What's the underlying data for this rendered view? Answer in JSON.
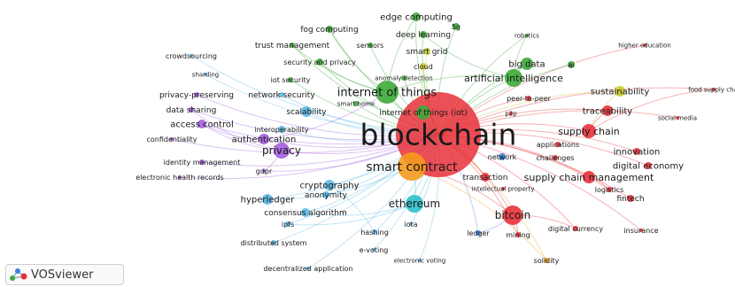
{
  "colors": {
    "red": "#e8313a",
    "green": "#3daa3a",
    "purple": "#a45ee0",
    "lightblue": "#5cb8e6",
    "blue": "#3a84d8",
    "yellow": "#c8cc2e",
    "orange": "#f59a1e",
    "teal": "#2cc0c8"
  },
  "nodes": [
    {
      "id": "blockchain",
      "label": "blockchain",
      "color": "red"
    },
    {
      "id": "smart-contract",
      "label": "smart contract",
      "color": "orange"
    },
    {
      "id": "internet-of-things",
      "label": "internet of things",
      "color": "green"
    },
    {
      "id": "internet-of-things-iot",
      "label": "internet of things (iot)",
      "color": "green"
    },
    {
      "id": "artificial-intelligence",
      "label": "artificial intelligence",
      "color": "green"
    },
    {
      "id": "big-data",
      "label": "big data",
      "color": "green"
    },
    {
      "id": "ai",
      "label": "ai",
      "color": "green"
    },
    {
      "id": "edge-computing",
      "label": "edge computing",
      "color": "green"
    },
    {
      "id": "fog-computing",
      "label": "fog computing",
      "color": "green"
    },
    {
      "id": "5g",
      "label": "5g",
      "color": "green"
    },
    {
      "id": "deep-learning",
      "label": "deep learning",
      "color": "green"
    },
    {
      "id": "robotics",
      "label": "robotics",
      "color": "green"
    },
    {
      "id": "trust-management",
      "label": "trust management",
      "color": "green"
    },
    {
      "id": "sensors",
      "label": "sensors",
      "color": "green"
    },
    {
      "id": "smart-grid",
      "label": "smart grid",
      "color": "yellow"
    },
    {
      "id": "cloud",
      "label": "cloud",
      "color": "yellow"
    },
    {
      "id": "anomaly-detection",
      "label": "anomaly detection",
      "color": "green"
    },
    {
      "id": "security-and-privacy",
      "label": "security and privacy",
      "color": "green"
    },
    {
      "id": "iot-security",
      "label": "iot security",
      "color": "green"
    },
    {
      "id": "smart-home",
      "label": "smart home",
      "color": "green"
    },
    {
      "id": "scalability",
      "label": "scalability",
      "color": "lightblue"
    },
    {
      "id": "interoperability",
      "label": "interoperability",
      "color": "lightblue"
    },
    {
      "id": "authentication",
      "label": "authentication",
      "color": "purple"
    },
    {
      "id": "privacy",
      "label": "privacy",
      "color": "purple"
    },
    {
      "id": "access-control",
      "label": "access control",
      "color": "purple"
    },
    {
      "id": "data-sharing",
      "label": "data sharing",
      "color": "purple"
    },
    {
      "id": "privacy-preserving",
      "label": "privacy-preserving",
      "color": "purple"
    },
    {
      "id": "network-security",
      "label": "network security",
      "color": "lightblue"
    },
    {
      "id": "confidentiality",
      "label": "confidentiality",
      "color": "purple"
    },
    {
      "id": "identity-management",
      "label": "identity management",
      "color": "purple"
    },
    {
      "id": "gdpr",
      "label": "gdpr",
      "color": "purple"
    },
    {
      "id": "electronic-health-records",
      "label": "electronic health records",
      "color": "purple"
    },
    {
      "id": "crowdsourcing",
      "label": "crowdsourcing",
      "color": "lightblue"
    },
    {
      "id": "sharding",
      "label": "sharding",
      "color": "lightblue"
    },
    {
      "id": "cryptography",
      "label": "cryptography",
      "color": "lightblue"
    },
    {
      "id": "anonymity",
      "label": "anonymity",
      "color": "lightblue"
    },
    {
      "id": "hyperledger",
      "label": "hyperledger",
      "color": "lightblue"
    },
    {
      "id": "consensus-algorithm",
      "label": "consensus algorithm",
      "color": "lightblue"
    },
    {
      "id": "ipfs",
      "label": "ipfs",
      "color": "lightblue"
    },
    {
      "id": "distributed-system",
      "label": "distributed system",
      "color": "lightblue"
    },
    {
      "id": "hashing",
      "label": "hashing",
      "color": "lightblue"
    },
    {
      "id": "iota",
      "label": "iota",
      "color": "lightblue"
    },
    {
      "id": "e-voting",
      "label": "e-voting",
      "color": "lightblue"
    },
    {
      "id": "electronic-voting",
      "label": "electronic voting",
      "color": "lightblue"
    },
    {
      "id": "decentralized-application",
      "label": "decentralized application",
      "color": "lightblue"
    },
    {
      "id": "ethereum",
      "label": "ethereum",
      "color": "teal"
    },
    {
      "id": "bitcoin",
      "label": "bitcoin",
      "color": "red"
    },
    {
      "id": "ledger",
      "label": "ledger",
      "color": "blue"
    },
    {
      "id": "mining",
      "label": "mining",
      "color": "red"
    },
    {
      "id": "transaction",
      "label": "transaction",
      "color": "red"
    },
    {
      "id": "network",
      "label": "network",
      "color": "blue"
    },
    {
      "id": "intellectual-property",
      "label": "intellectual property",
      "color": "red"
    },
    {
      "id": "supply-chain",
      "label": "supply chain",
      "color": "red"
    },
    {
      "id": "supply-chain-management",
      "label": "supply chain management",
      "color": "red"
    },
    {
      "id": "challenges",
      "label": "challenges",
      "color": "red"
    },
    {
      "id": "applications",
      "label": "applications",
      "color": "red"
    },
    {
      "id": "traceability",
      "label": "traceability",
      "color": "red"
    },
    {
      "id": "sustainability",
      "label": "sustainability",
      "color": "yellow"
    },
    {
      "id": "peer-to-peer",
      "label": "peer-to-peer",
      "color": "red"
    },
    {
      "id": "p2p",
      "label": "p2p",
      "color": "red"
    },
    {
      "id": "innovation",
      "label": "innovation",
      "color": "red"
    },
    {
      "id": "digital-economy",
      "label": "digital economy",
      "color": "red"
    },
    {
      "id": "logistics",
      "label": "logistics",
      "color": "red"
    },
    {
      "id": "fintech",
      "label": "fintech",
      "color": "red"
    },
    {
      "id": "digital-currency",
      "label": "digital currency",
      "color": "red"
    },
    {
      "id": "insurance",
      "label": "insurance",
      "color": "red"
    },
    {
      "id": "solidity",
      "label": "solidity",
      "color": "orange"
    },
    {
      "id": "higher-education",
      "label": "higher education",
      "color": "red"
    },
    {
      "id": "food-supply-chain",
      "label": "food supply chai",
      "color": "red"
    },
    {
      "id": "social-media",
      "label": "social media",
      "color": "red"
    }
  ],
  "footer": {
    "app_name": "VOSviewer"
  }
}
